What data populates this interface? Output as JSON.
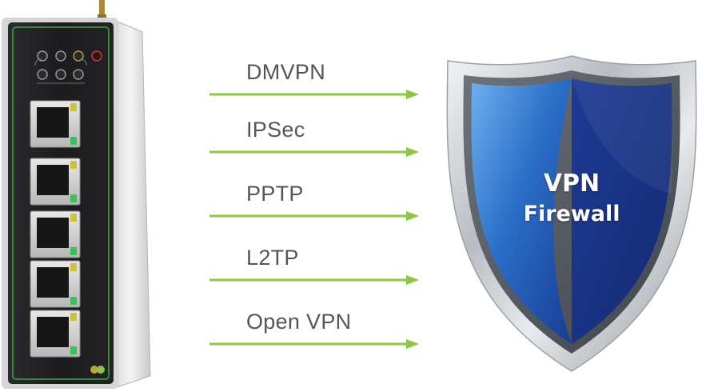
{
  "protocols": [
    {
      "label": "DMVPN",
      "color": "#8dc63f"
    },
    {
      "label": "IPSec",
      "color": "#8dc63f"
    },
    {
      "label": "PPTP",
      "color": "#8dc63f"
    },
    {
      "label": "L2TP",
      "color": "#8dc63f"
    },
    {
      "label": "Open VPN",
      "color": "#8dc63f"
    }
  ],
  "shield": {
    "line1": "VPN",
    "line2": "Firewall",
    "fill_color": "#1f3f9a",
    "rim_color": "#c8ccd0"
  },
  "device": {
    "name": "industrial-router",
    "body_color": "#1e1e20",
    "port_count": 5
  }
}
